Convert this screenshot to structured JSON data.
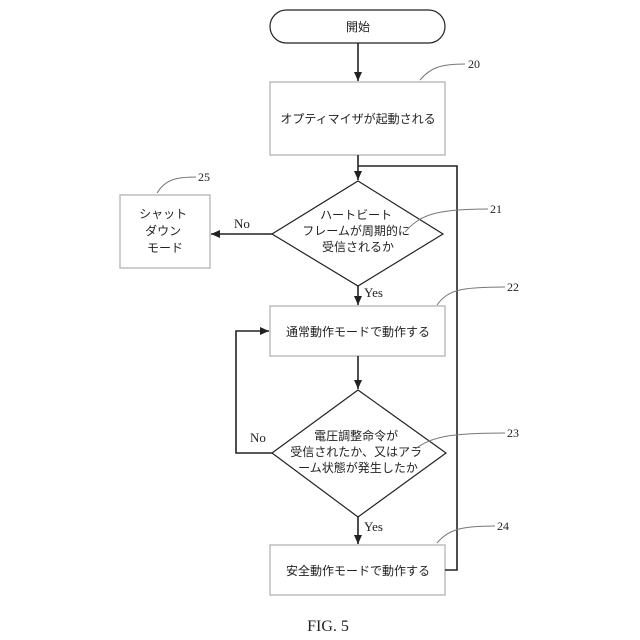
{
  "nodes": {
    "start": {
      "lines": [
        "開始"
      ]
    },
    "optimizer_start": {
      "lines": [
        "オプティマイザが起動される"
      ]
    },
    "heartbeat_check": {
      "lines": [
        "ハートビート",
        "フレームが周期的に",
        "受信されるか"
      ]
    },
    "shutdown_mode": {
      "lines": [
        "シャット",
        "ダウン",
        "モード"
      ]
    },
    "normal_mode": {
      "lines": [
        "通常動作モードで動作する"
      ]
    },
    "voltage_alarm_check": {
      "lines": [
        "電圧調整命令が",
        "受信されたか、又はアラ",
        "ーム状態が発生したか"
      ]
    },
    "safe_mode": {
      "lines": [
        "安全動作モードで動作する"
      ]
    }
  },
  "refs": {
    "optimizer_start": "20",
    "heartbeat_check": "21",
    "normal_mode": "22",
    "voltage_alarm_check": "23",
    "safe_mode": "24",
    "shutdown_mode": "25"
  },
  "edges": {
    "heartbeat_no": "No",
    "heartbeat_yes": "Yes",
    "voltage_no": "No",
    "voltage_yes": "Yes"
  },
  "caption": "FIG. 5"
}
